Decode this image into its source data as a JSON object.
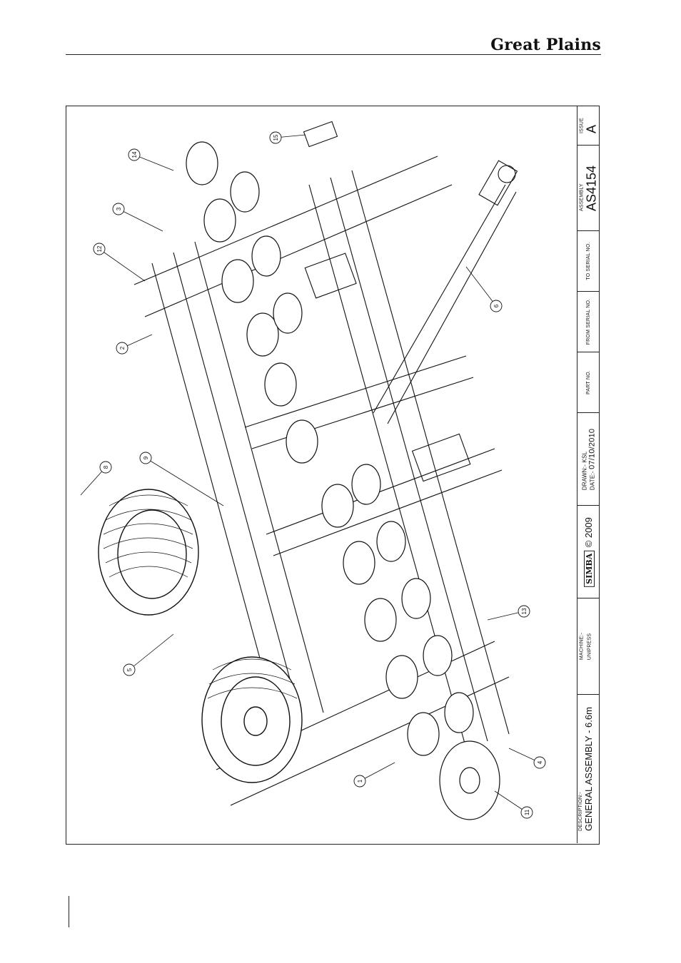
{
  "header": {
    "brand": "Great Plains"
  },
  "callouts": [
    "1",
    "2",
    "3",
    "4",
    "5",
    "6",
    "8",
    "9",
    "11",
    "12",
    "13",
    "14",
    "15"
  ],
  "title_block": {
    "description_label": "DESCRIPTION:-",
    "description": "GENERAL ASSEMBLY - 6.6m",
    "machine_label": "MACHINE:-",
    "machine": "UNIPRESS",
    "logo_text": "SIMBA",
    "copyright": "© 2009",
    "drawn_label": "DRAWN:-",
    "drawn": "KSL",
    "date_label": "DATE:-",
    "date": "07/10/2010",
    "part_no_label": "PART NO.",
    "from_serial_label": "FROM SERIAL NO.",
    "to_serial_label": "TO SERIAL NO.",
    "assembly_label": "ASSEMBLY",
    "assembly": "AS4154",
    "issue_label": "ISSUE",
    "issue": "A"
  }
}
